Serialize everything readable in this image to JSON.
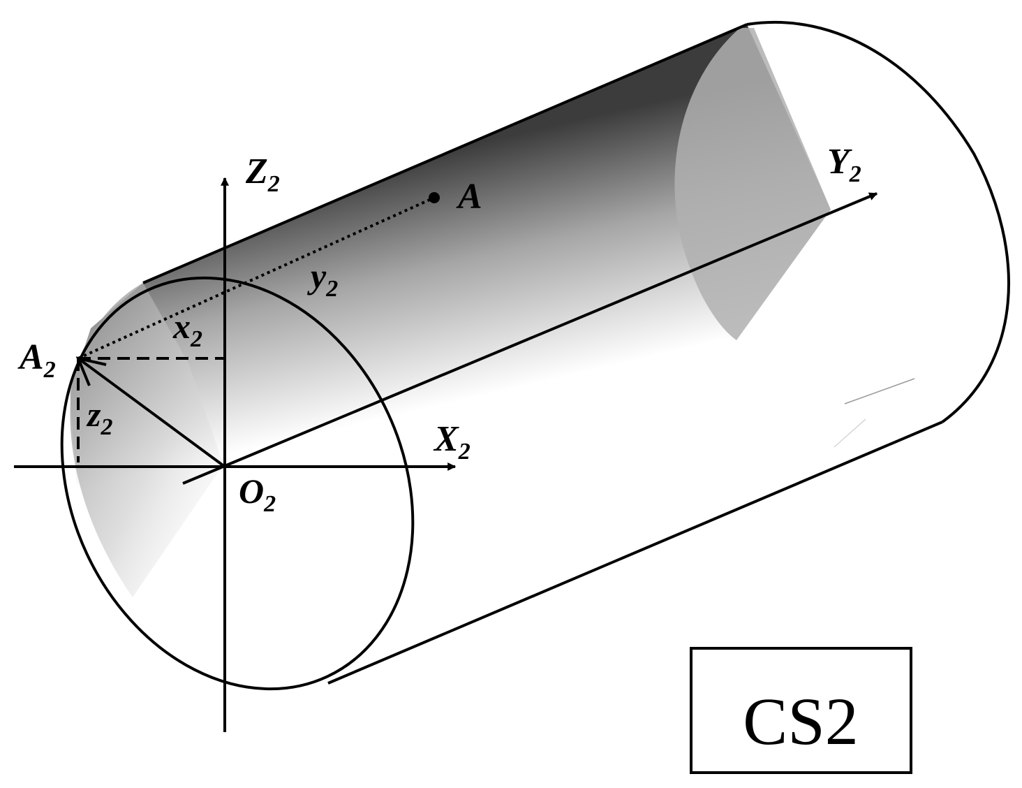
{
  "labels": {
    "z_axis": {
      "main": "Z",
      "sub": "2"
    },
    "y_axis": {
      "main": "Y",
      "sub": "2"
    },
    "x_axis": {
      "main": "X",
      "sub": "2"
    },
    "origin": {
      "main": "O",
      "sub": "2"
    },
    "point_a": {
      "main": "A"
    },
    "point_a2": {
      "main": "A",
      "sub": "2"
    },
    "coord_y": {
      "main": "y",
      "sub": "2"
    },
    "coord_x": {
      "main": "x",
      "sub": "2"
    },
    "coord_z": {
      "main": "z",
      "sub": "2"
    }
  },
  "box": {
    "text": "CS2"
  },
  "colors": {
    "stroke": "#000000",
    "shade_dark": "#3c3c3c",
    "shade_mid": "#a8a8a8",
    "shade_light": "#ffffff"
  }
}
